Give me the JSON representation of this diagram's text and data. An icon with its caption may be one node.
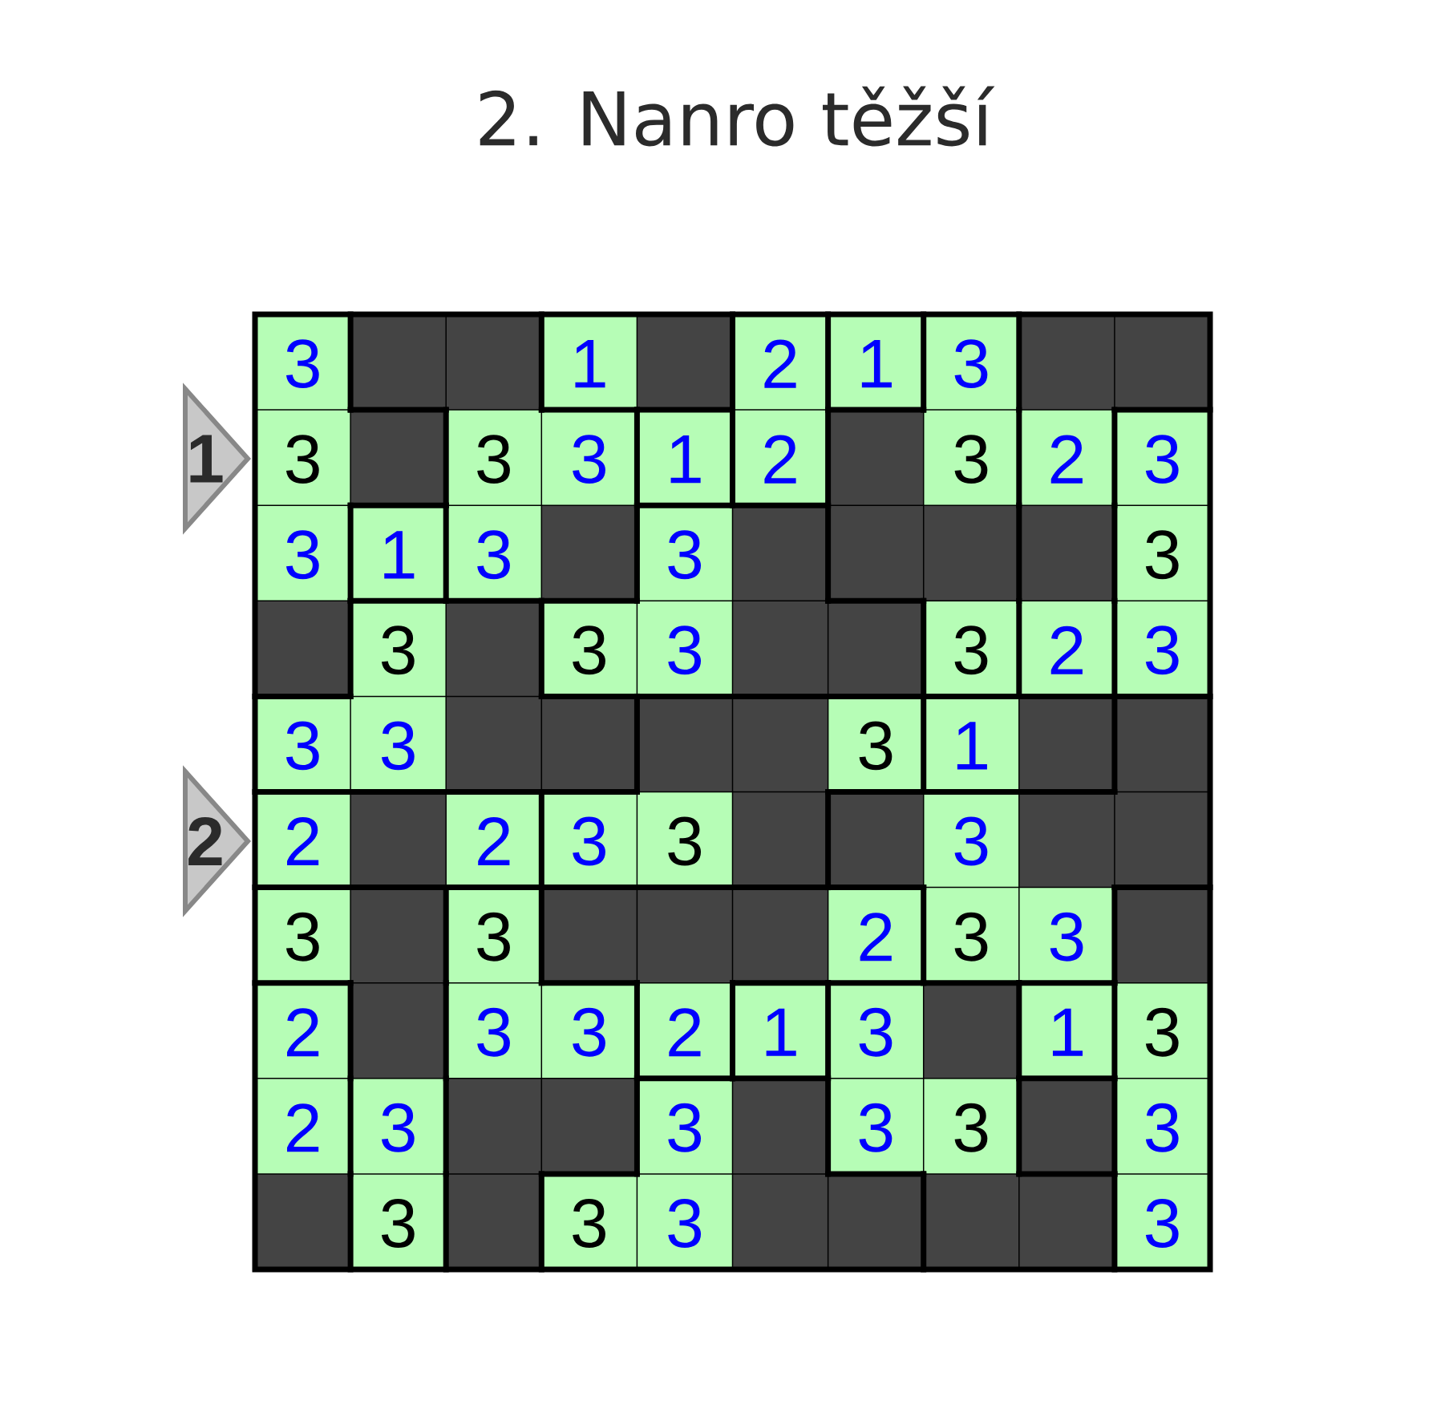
{
  "diagram": {
    "title": "2. Nanro těžší",
    "nodes": [
      {
        "text": [
          "1"
        ]
      },
      {
        "text": [
          "2"
        ]
      }
    ],
    "labels": [
      "3",
      "1",
      "2",
      "1",
      "3",
      "3",
      "3",
      "3",
      "1",
      "2",
      "3",
      "2",
      "3",
      "3",
      "1",
      "3",
      "3",
      "3",
      "3",
      "3",
      "3",
      "3",
      "2",
      "3",
      "3",
      "3",
      "3",
      "1",
      "2",
      "2",
      "3",
      "3",
      "3",
      "3",
      "3",
      "2",
      "3",
      "3",
      "2",
      "3",
      "3",
      "2",
      "1",
      "3",
      "1",
      "3",
      "2",
      "3",
      "3",
      "3",
      "3",
      "3",
      "3",
      "3",
      "3",
      "3"
    ]
  }
}
